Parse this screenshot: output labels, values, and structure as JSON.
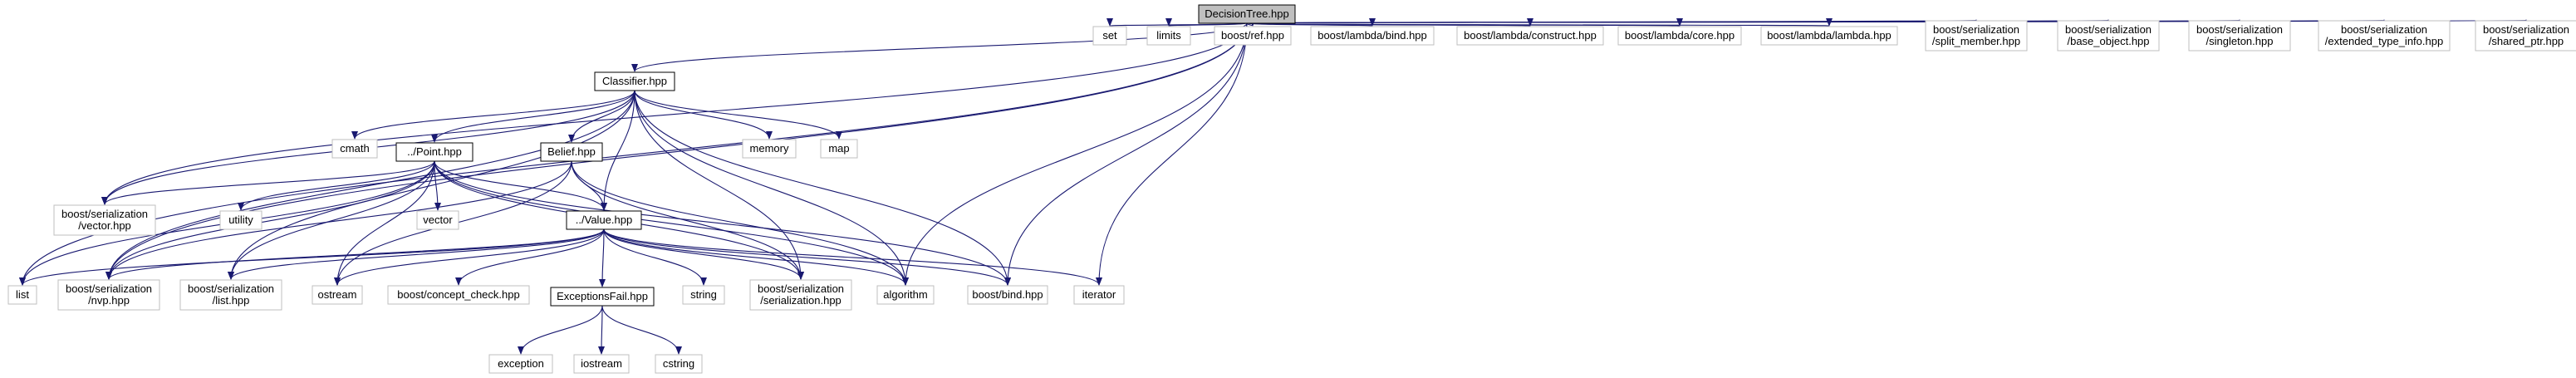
{
  "colors": {
    "edge": "#191970",
    "root_fill": "#bfbfbf",
    "root_stroke": "#000000",
    "internal_stroke": "#000000",
    "leaf_stroke": "#bfbfbf",
    "node_fill": "#ffffff"
  },
  "nodes": [
    {
      "id": "decisiontree",
      "lines": [
        "DecisionTree.hpp"
      ],
      "kind": "root"
    },
    {
      "id": "classifier",
      "lines": [
        "Classifier.hpp"
      ],
      "kind": "internal"
    },
    {
      "id": "point",
      "lines": [
        "../Point.hpp"
      ],
      "kind": "internal"
    },
    {
      "id": "belief",
      "lines": [
        "Belief.hpp"
      ],
      "kind": "internal"
    },
    {
      "id": "value",
      "lines": [
        "../Value.hpp"
      ],
      "kind": "internal"
    },
    {
      "id": "exceptionsfail",
      "lines": [
        "ExceptionsFail.hpp"
      ],
      "kind": "internal"
    },
    {
      "id": "cmath",
      "lines": [
        "cmath"
      ],
      "kind": "leaf"
    },
    {
      "id": "memory",
      "lines": [
        "memory"
      ],
      "kind": "leaf"
    },
    {
      "id": "map",
      "lines": [
        "map"
      ],
      "kind": "leaf"
    },
    {
      "id": "set",
      "lines": [
        "set"
      ],
      "kind": "leaf"
    },
    {
      "id": "limits",
      "lines": [
        "limits"
      ],
      "kind": "leaf"
    },
    {
      "id": "boost_ref",
      "lines": [
        "boost/ref.hpp"
      ],
      "kind": "leaf"
    },
    {
      "id": "lambda_bind",
      "lines": [
        "boost/lambda/bind.hpp"
      ],
      "kind": "leaf"
    },
    {
      "id": "lambda_construct",
      "lines": [
        "boost/lambda/construct.hpp"
      ],
      "kind": "leaf"
    },
    {
      "id": "lambda_core",
      "lines": [
        "boost/lambda/core.hpp"
      ],
      "kind": "leaf"
    },
    {
      "id": "lambda_lambda",
      "lines": [
        "boost/lambda/lambda.hpp"
      ],
      "kind": "leaf"
    },
    {
      "id": "ser_split_member",
      "lines": [
        "boost/serialization",
        "/split_member.hpp"
      ],
      "kind": "leaf"
    },
    {
      "id": "ser_base_object",
      "lines": [
        "boost/serialization",
        "/base_object.hpp"
      ],
      "kind": "leaf"
    },
    {
      "id": "ser_singleton",
      "lines": [
        "boost/serialization",
        "/singleton.hpp"
      ],
      "kind": "leaf"
    },
    {
      "id": "ser_extended_type_info",
      "lines": [
        "boost/serialization",
        "/extended_type_info.hpp"
      ],
      "kind": "leaf"
    },
    {
      "id": "ser_shared_ptr",
      "lines": [
        "boost/serialization",
        "/shared_ptr.hpp"
      ],
      "kind": "leaf"
    },
    {
      "id": "ser_vector",
      "lines": [
        "boost/serialization",
        "/vector.hpp"
      ],
      "kind": "leaf"
    },
    {
      "id": "utility",
      "lines": [
        "utility"
      ],
      "kind": "leaf"
    },
    {
      "id": "vector",
      "lines": [
        "vector"
      ],
      "kind": "leaf"
    },
    {
      "id": "list",
      "lines": [
        "list"
      ],
      "kind": "leaf"
    },
    {
      "id": "ser_nvp",
      "lines": [
        "boost/serialization",
        "/nvp.hpp"
      ],
      "kind": "leaf"
    },
    {
      "id": "ser_list",
      "lines": [
        "boost/serialization",
        "/list.hpp"
      ],
      "kind": "leaf"
    },
    {
      "id": "ostream",
      "lines": [
        "ostream"
      ],
      "kind": "leaf"
    },
    {
      "id": "concept_check",
      "lines": [
        "boost/concept_check.hpp"
      ],
      "kind": "leaf"
    },
    {
      "id": "string",
      "lines": [
        "string"
      ],
      "kind": "leaf"
    },
    {
      "id": "ser_serialization",
      "lines": [
        "boost/serialization",
        "/serialization.hpp"
      ],
      "kind": "leaf"
    },
    {
      "id": "algorithm",
      "lines": [
        "algorithm"
      ],
      "kind": "leaf"
    },
    {
      "id": "boost_bind",
      "lines": [
        "boost/bind.hpp"
      ],
      "kind": "leaf"
    },
    {
      "id": "iterator",
      "lines": [
        "iterator"
      ],
      "kind": "leaf"
    },
    {
      "id": "exception",
      "lines": [
        "exception"
      ],
      "kind": "leaf"
    },
    {
      "id": "iostream",
      "lines": [
        "iostream"
      ],
      "kind": "leaf"
    },
    {
      "id": "cstring",
      "lines": [
        "cstring"
      ],
      "kind": "leaf"
    }
  ],
  "edges": [
    [
      "decisiontree",
      "classifier"
    ],
    [
      "decisiontree",
      "set"
    ],
    [
      "decisiontree",
      "limits"
    ],
    [
      "decisiontree",
      "boost_ref"
    ],
    [
      "decisiontree",
      "lambda_bind"
    ],
    [
      "decisiontree",
      "lambda_construct"
    ],
    [
      "decisiontree",
      "lambda_core"
    ],
    [
      "decisiontree",
      "lambda_lambda"
    ],
    [
      "decisiontree",
      "ser_split_member"
    ],
    [
      "decisiontree",
      "ser_base_object"
    ],
    [
      "decisiontree",
      "ser_singleton"
    ],
    [
      "decisiontree",
      "ser_extended_type_info"
    ],
    [
      "decisiontree",
      "ser_shared_ptr"
    ],
    [
      "decisiontree",
      "iterator"
    ],
    [
      "decisiontree",
      "algorithm"
    ],
    [
      "decisiontree",
      "boost_bind"
    ],
    [
      "decisiontree",
      "ser_vector"
    ],
    [
      "decisiontree",
      "list"
    ],
    [
      "decisiontree",
      "ser_nvp"
    ],
    [
      "classifier",
      "cmath"
    ],
    [
      "classifier",
      "point"
    ],
    [
      "classifier",
      "belief"
    ],
    [
      "classifier",
      "value"
    ],
    [
      "classifier",
      "memory"
    ],
    [
      "classifier",
      "map"
    ],
    [
      "classifier",
      "ser_vector"
    ],
    [
      "classifier",
      "ser_nvp"
    ],
    [
      "classifier",
      "ser_list"
    ],
    [
      "classifier",
      "ser_serialization"
    ],
    [
      "classifier",
      "algorithm"
    ],
    [
      "classifier",
      "boost_bind"
    ],
    [
      "point",
      "ser_vector"
    ],
    [
      "point",
      "utility"
    ],
    [
      "point",
      "vector"
    ],
    [
      "point",
      "value"
    ],
    [
      "point",
      "list"
    ],
    [
      "point",
      "ser_nvp"
    ],
    [
      "point",
      "ser_list"
    ],
    [
      "point",
      "ostream"
    ],
    [
      "point",
      "ser_serialization"
    ],
    [
      "point",
      "algorithm"
    ],
    [
      "point",
      "boost_bind"
    ],
    [
      "belief",
      "value"
    ],
    [
      "belief",
      "ser_nvp"
    ],
    [
      "belief",
      "ostream"
    ],
    [
      "belief",
      "ser_serialization"
    ],
    [
      "belief",
      "algorithm"
    ],
    [
      "value",
      "list"
    ],
    [
      "value",
      "ser_nvp"
    ],
    [
      "value",
      "ser_list"
    ],
    [
      "value",
      "ostream"
    ],
    [
      "value",
      "concept_check"
    ],
    [
      "value",
      "exceptionsfail"
    ],
    [
      "value",
      "string"
    ],
    [
      "value",
      "ser_serialization"
    ],
    [
      "value",
      "algorithm"
    ],
    [
      "value",
      "boost_bind"
    ],
    [
      "value",
      "iterator"
    ],
    [
      "exceptionsfail",
      "exception"
    ],
    [
      "exceptionsfail",
      "iostream"
    ],
    [
      "exceptionsfail",
      "cstring"
    ]
  ]
}
